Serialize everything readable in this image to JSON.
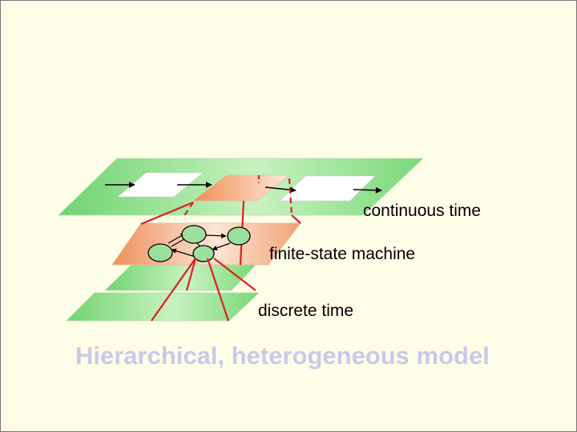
{
  "diagram": {
    "layers": {
      "continuous_time": {
        "label": "continuous time"
      },
      "fsm": {
        "label": "finite-state machine"
      },
      "discrete_time": {
        "label": "discrete time"
      }
    }
  },
  "caption": {
    "text": "Hierarchical, heterogeneous model"
  },
  "colors": {
    "background": "#fefde8",
    "green_layer": "#7ed97e",
    "orange_layer": "#ef9a66",
    "refinement_lines": "#dd1f1f",
    "caption_text": "#c9c9e9"
  }
}
